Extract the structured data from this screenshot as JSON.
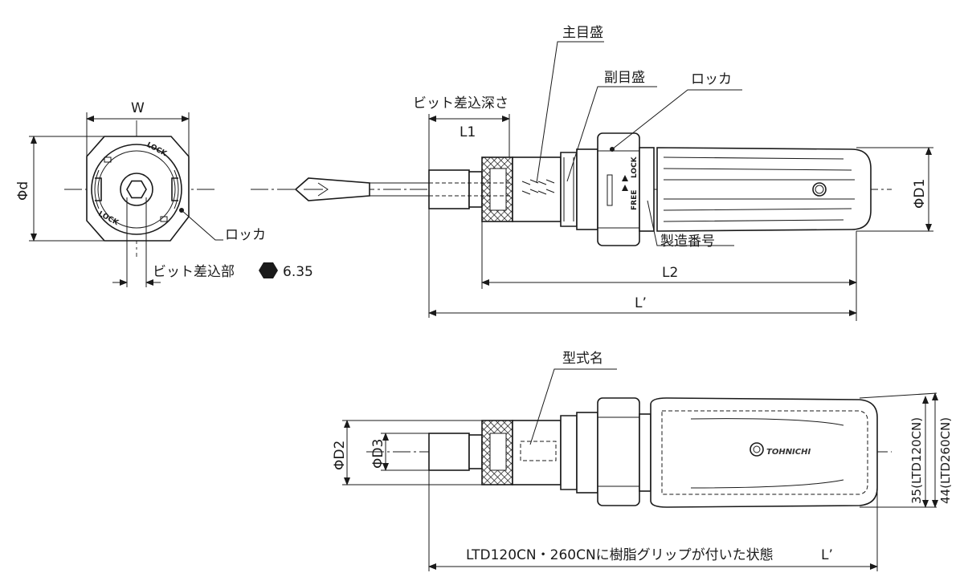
{
  "labels": {
    "main_scale": "主目盛",
    "sub_scale": "副目盛",
    "locker_top": "ロッカ",
    "bit_depth": "ビット差込深さ",
    "l1": "L1",
    "w": "W",
    "phi_d": "Φd",
    "phi_d1": "ΦD1",
    "locker_side": "ロッカ",
    "bit_socket": "ビット差込部",
    "bit_socket_size": "6.35",
    "serial_no": "製造番号",
    "l2": "L2",
    "l_prime_top": "L’",
    "model_name": "型式名",
    "phi_d2": "ΦD2",
    "phi_d3": "ΦD3",
    "dim_35": "35(LTD120CN)",
    "dim_44": "44(LTD260CN)",
    "bottom_caption": "LTD120CN・260CNに樹脂グリップが付いた状態",
    "l_prime_bottom": "L’"
  },
  "markings": {
    "lock": "LOCK",
    "free": "FREE",
    "brand": "TOHNICHI"
  },
  "icons": {
    "hex": "hexagon-icon",
    "arrow": "arrowhead-icon",
    "logo": "tohnichi-logo-icon"
  },
  "colors": {
    "line": "#1a1a1a",
    "background": "#ffffff"
  }
}
